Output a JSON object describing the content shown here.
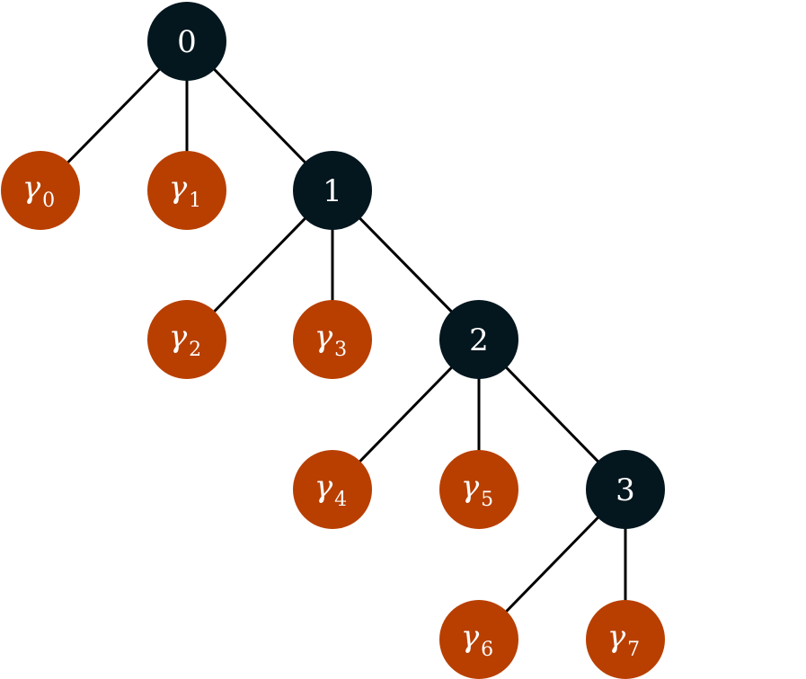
{
  "colors": {
    "inner_node": "#04161e",
    "leaf_node": "#b83f00",
    "edge": "#000000",
    "label": "#ffffff"
  },
  "tree": {
    "inner_nodes": [
      {
        "id": "n0",
        "label": "0"
      },
      {
        "id": "n1",
        "label": "1"
      },
      {
        "id": "n2",
        "label": "2"
      },
      {
        "id": "n3",
        "label": "3"
      }
    ],
    "leaves": [
      {
        "id": "g0",
        "symbol": "γ",
        "subscript": "0",
        "parent": "n0"
      },
      {
        "id": "g1",
        "symbol": "γ",
        "subscript": "1",
        "parent": "n0"
      },
      {
        "id": "g2",
        "symbol": "γ",
        "subscript": "2",
        "parent": "n1"
      },
      {
        "id": "g3",
        "symbol": "γ",
        "subscript": "3",
        "parent": "n1"
      },
      {
        "id": "g4",
        "symbol": "γ",
        "subscript": "4",
        "parent": "n2"
      },
      {
        "id": "g5",
        "symbol": "γ",
        "subscript": "5",
        "parent": "n2"
      },
      {
        "id": "g6",
        "symbol": "γ",
        "subscript": "6",
        "parent": "n3"
      },
      {
        "id": "g7",
        "symbol": "γ",
        "subscript": "7",
        "parent": "n3"
      }
    ],
    "edges": [
      {
        "from": "n0",
        "to": "g0"
      },
      {
        "from": "n0",
        "to": "g1"
      },
      {
        "from": "n0",
        "to": "n1"
      },
      {
        "from": "n1",
        "to": "g2"
      },
      {
        "from": "n1",
        "to": "g3"
      },
      {
        "from": "n1",
        "to": "n2"
      },
      {
        "from": "n2",
        "to": "g4"
      },
      {
        "from": "n2",
        "to": "g5"
      },
      {
        "from": "n2",
        "to": "n3"
      },
      {
        "from": "n3",
        "to": "g6"
      },
      {
        "from": "n3",
        "to": "g7"
      }
    ]
  }
}
